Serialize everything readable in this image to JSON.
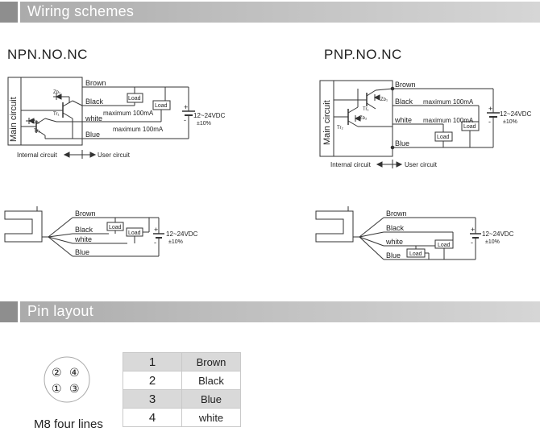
{
  "sections": {
    "wiring_title": "Wiring schemes",
    "pin_title": "Pin layout"
  },
  "npn": {
    "title": "NPN.NO.NC",
    "main_circuit": "Main circuit",
    "wires": [
      "Brown",
      "Black",
      "white",
      "Blue"
    ],
    "max1": "maximum 100mA",
    "max2": "maximum 100mA",
    "load": "Load",
    "voltage": "12~24VDC",
    "tolerance": "±10%",
    "plus": "+",
    "minus": "-",
    "internal": "Internal circuit",
    "user": "User circuit",
    "zd1": "Zᴅ₁",
    "zd2": "Zᴅ₂",
    "tr1": "Tr₁",
    "tr2": "Tr₂"
  },
  "pnp": {
    "title": "PNP.NO.NC",
    "main_circuit": "Main circuit",
    "wires": [
      "Brown",
      "Black",
      "white",
      "Blue"
    ],
    "max1": "maximum 100mA",
    "max2": "maximum 100mA",
    "load": "Load",
    "voltage": "12~24VDC",
    "tolerance": "±10%",
    "plus": "+",
    "minus": "-",
    "internal": "Internal circuit",
    "user": "User circuit",
    "zd1": "Zᴅ₁",
    "zd2": "Zᴅ₂",
    "tr1": "Tr₁",
    "tr2": "Tr₂"
  },
  "npn_simple": {
    "wires": [
      "Brown",
      "Black",
      "white",
      "Blue"
    ],
    "load": "Load",
    "voltage": "12~24VDC",
    "tolerance": "±10%",
    "plus": "+",
    "minus": "-"
  },
  "pnp_simple": {
    "wires": [
      "Brown",
      "Black",
      "white",
      "Blue"
    ],
    "load": "Load",
    "voltage": "12~24VDC",
    "tolerance": "±10%",
    "plus": "+",
    "minus": "-"
  },
  "connector": {
    "pins": [
      "②",
      "④",
      "①",
      "③"
    ],
    "caption": "M8  four lines"
  },
  "pin_table": [
    {
      "pin": "1",
      "color": "Brown"
    },
    {
      "pin": "2",
      "color": "Black"
    },
    {
      "pin": "3",
      "color": "Blue"
    },
    {
      "pin": "4",
      "color": "white"
    }
  ]
}
